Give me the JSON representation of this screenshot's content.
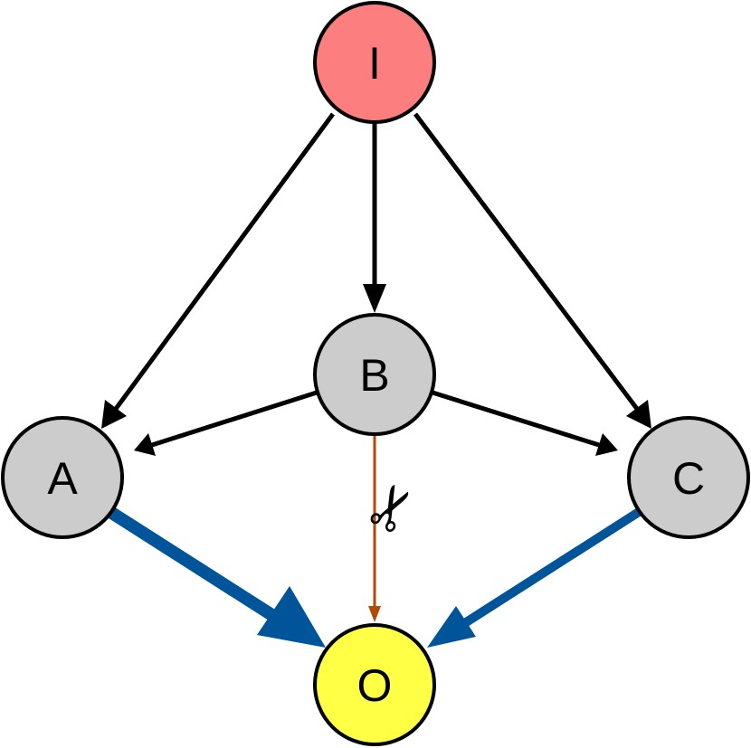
{
  "nodes": {
    "I": {
      "label": "I",
      "color": "#fc7e7f"
    },
    "B": {
      "label": "B",
      "color": "#cccccc"
    },
    "A": {
      "label": "A",
      "color": "#cccccc"
    },
    "C": {
      "label": "C",
      "color": "#cccccc"
    },
    "O": {
      "label": "O",
      "color": "#ffff45"
    }
  },
  "edges": [
    {
      "from": "I",
      "to": "A",
      "color": "#000000",
      "style": "normal"
    },
    {
      "from": "I",
      "to": "B",
      "color": "#000000",
      "style": "normal"
    },
    {
      "from": "I",
      "to": "C",
      "color": "#000000",
      "style": "normal"
    },
    {
      "from": "B",
      "to": "A",
      "color": "#000000",
      "style": "normal"
    },
    {
      "from": "B",
      "to": "C",
      "color": "#000000",
      "style": "normal"
    },
    {
      "from": "A",
      "to": "O",
      "color": "#00549a",
      "style": "thick"
    },
    {
      "from": "C",
      "to": "O",
      "color": "#00549a",
      "style": "medium"
    },
    {
      "from": "B",
      "to": "O",
      "color": "#b44a09",
      "style": "thin-cut"
    }
  ],
  "cut_marker": {
    "icon": "scissors-icon",
    "glyph": "✂"
  }
}
